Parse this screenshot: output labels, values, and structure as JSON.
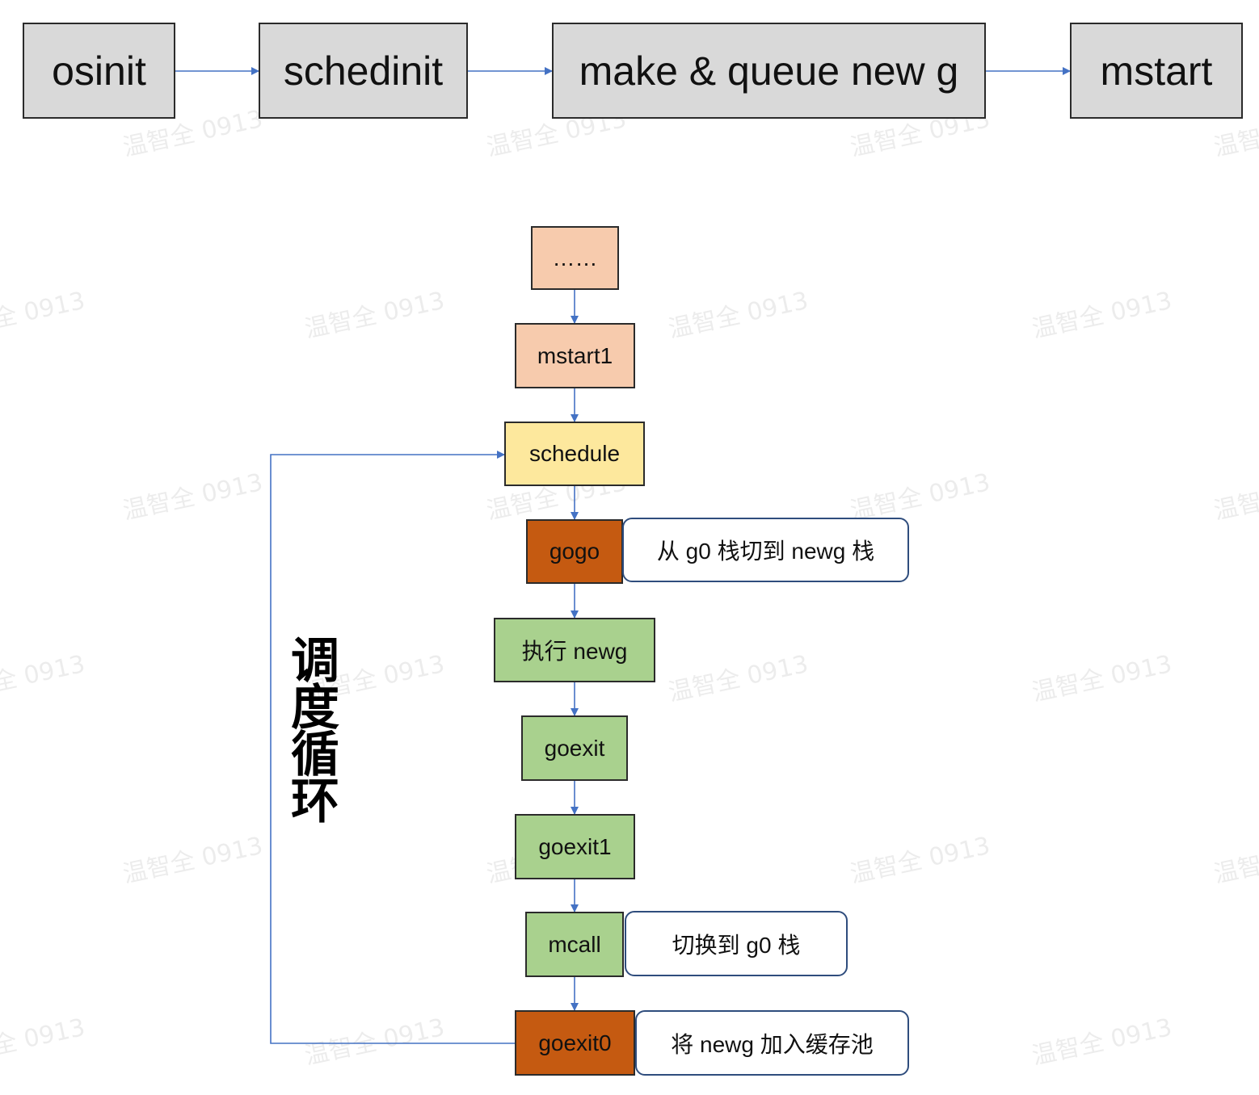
{
  "top_flow": [
    "osinit",
    "schedinit",
    "make & queue new g",
    "mstart"
  ],
  "nodes": {
    "ellipsis": "……",
    "mstart1": "mstart1",
    "schedule": "schedule",
    "gogo": "gogo",
    "exec_newg": "执行 newg",
    "goexit": "goexit",
    "goexit1": "goexit1",
    "mcall": "mcall",
    "goexit0": "goexit0"
  },
  "notes": {
    "gogo": "从 g0 栈切到 newg 栈",
    "mcall": "切换到 g0 栈",
    "goexit0": "将 newg 加入缓存池"
  },
  "loop_label": "调度循环",
  "watermark": "温智全 0913",
  "colors": {
    "top_box": "#d9d9d9",
    "peach": "#f7cbad",
    "yellow": "#fde89d",
    "brown": "#c55a11",
    "green": "#a9d18e",
    "arrow": "#4472c4",
    "note_border": "#2f4d7d"
  }
}
